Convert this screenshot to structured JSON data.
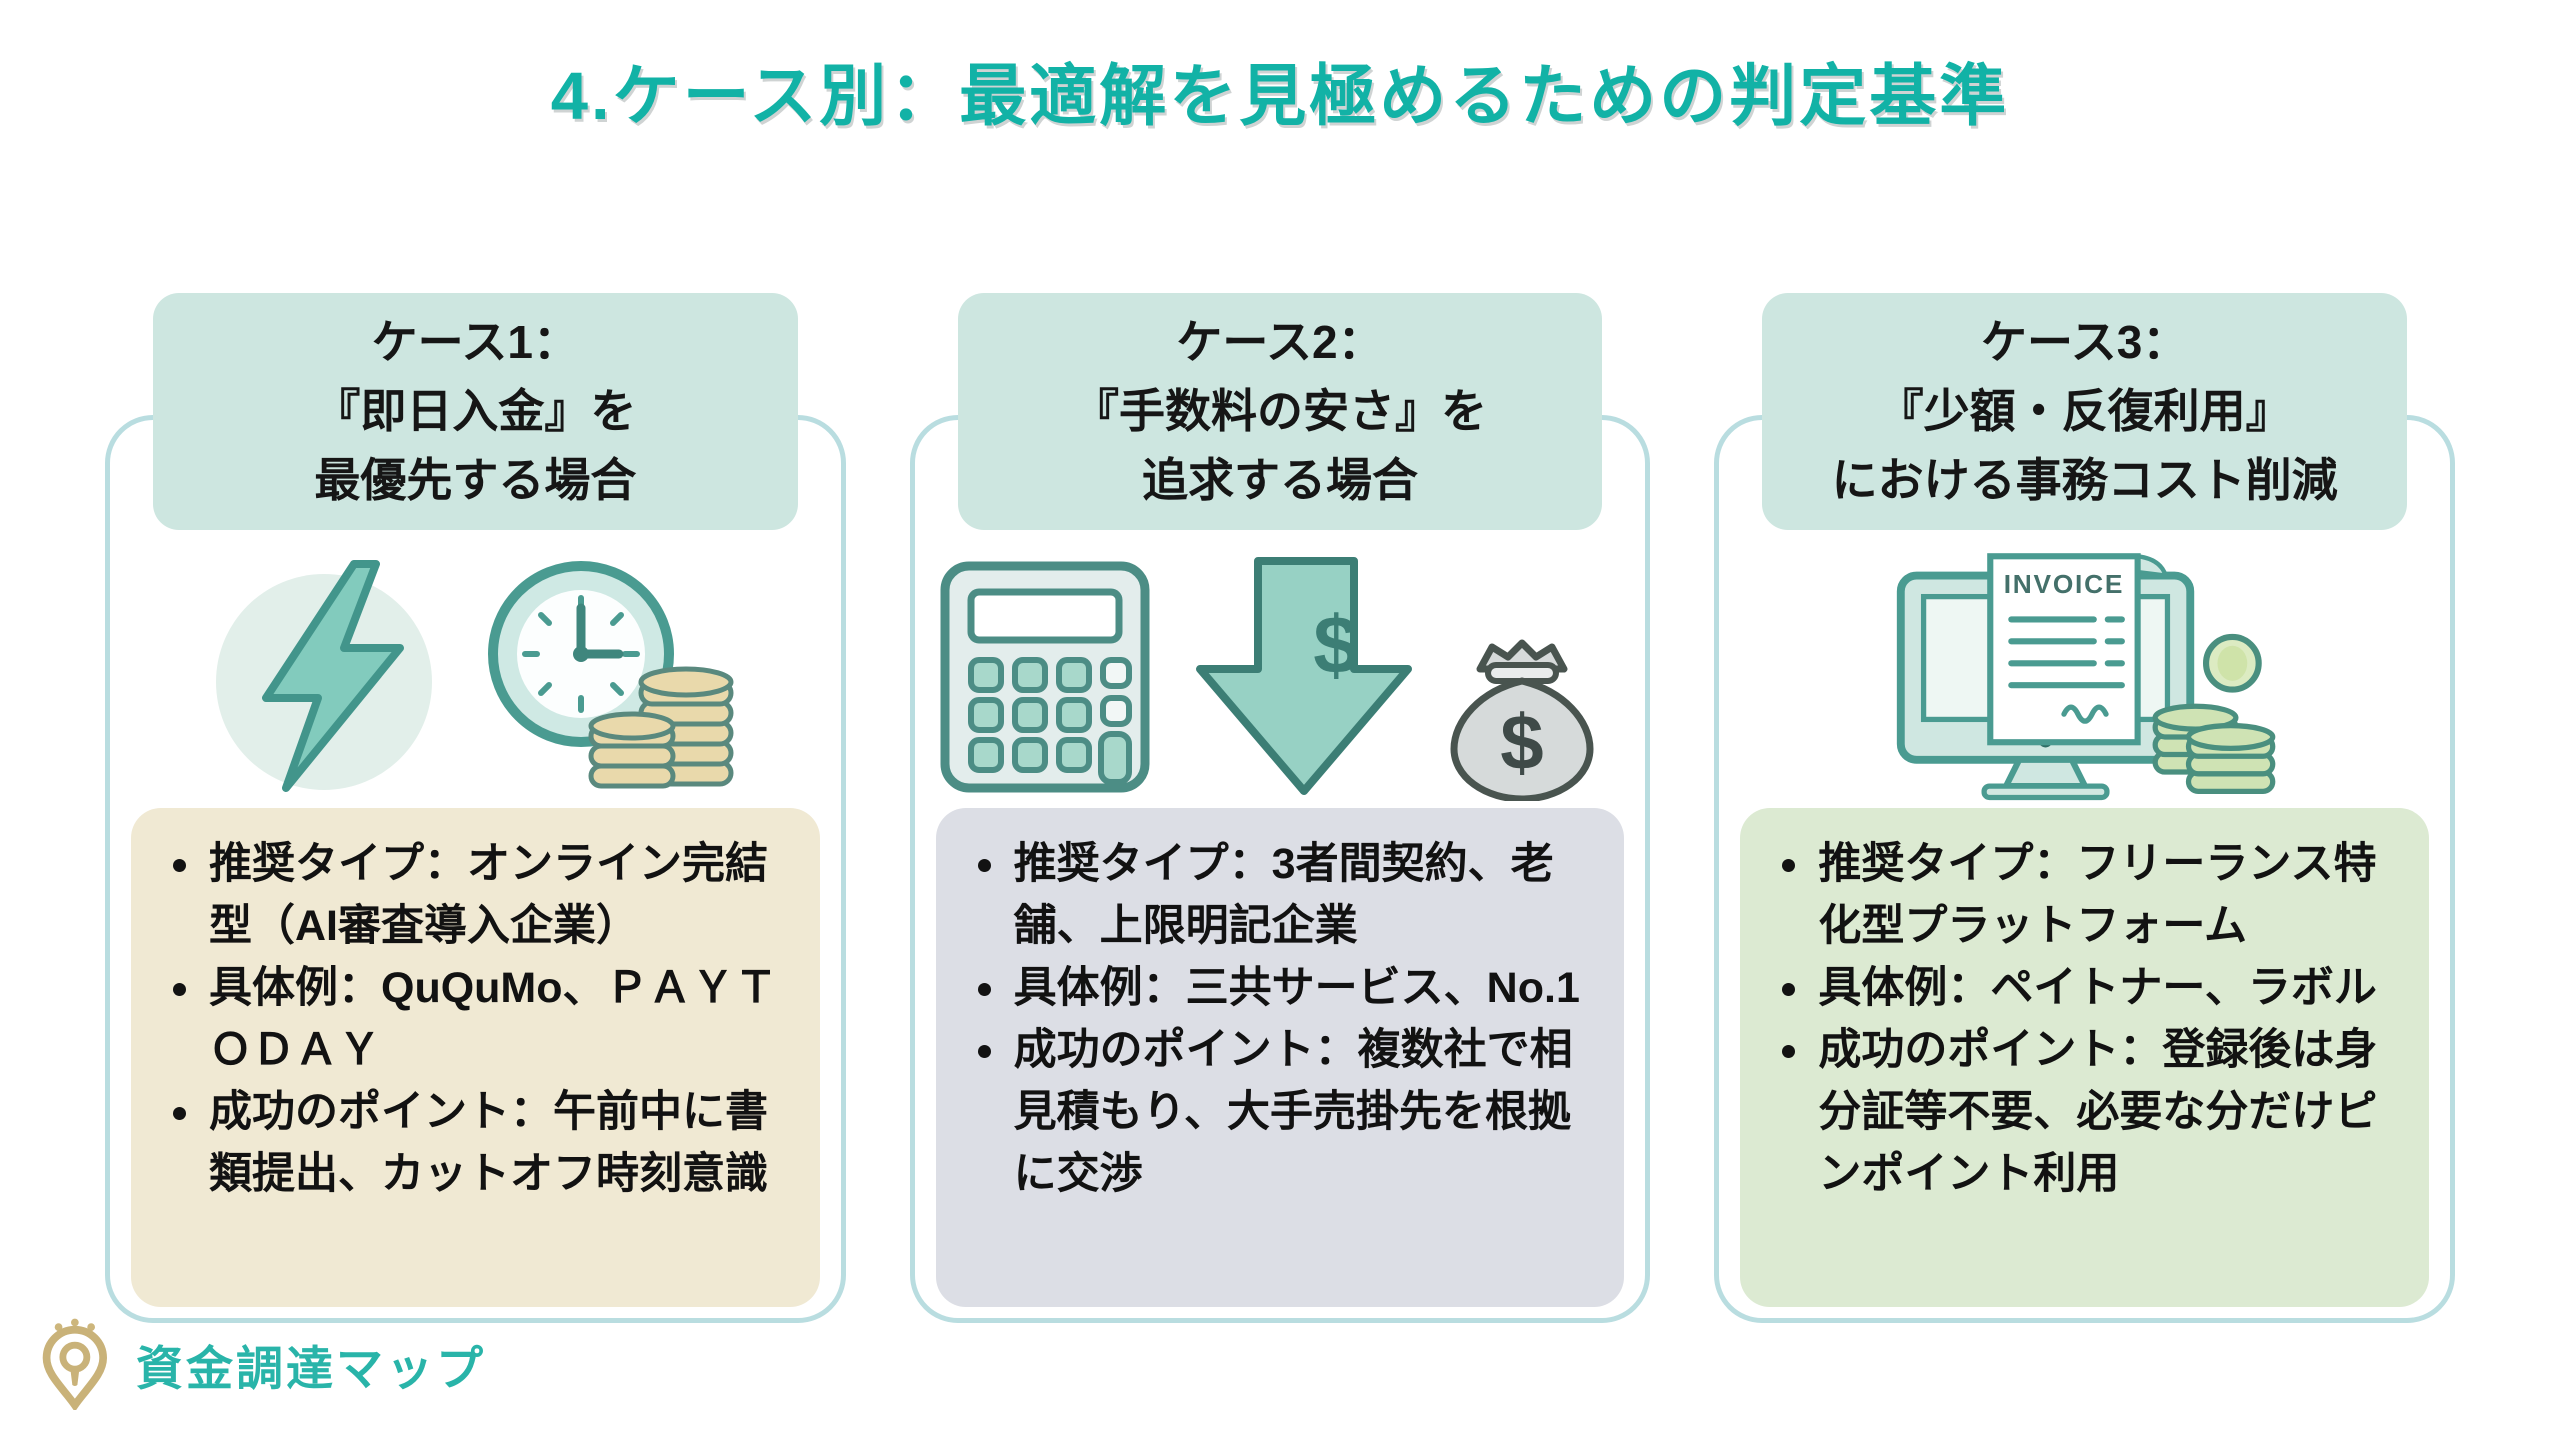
{
  "title": "4.ケース別：最適解を見極めるための判定基準",
  "brand": {
    "name": "資金調達マップ"
  },
  "colors": {
    "title_teal": "#12b2a6",
    "card_border": "#b9dde0",
    "header_bg": "#cde6e0",
    "card1_content_bg": "#f0e9d3",
    "card2_content_bg": "#dcdee5",
    "card3_content_bg": "#dcead2",
    "icon_teal_fill": "#8fd0c3",
    "icon_teal_stroke": "#42958b",
    "coin_gold": "#e9d9ab",
    "coin_green": "#cfe3b4",
    "bag_gray": "#d6dada",
    "logo_gold": "#c9b279",
    "logo_text_teal": "#29b4a9"
  },
  "cards": [
    {
      "header": {
        "line1": "ケース1：",
        "line2": "『即日入金』を",
        "line3": "最優先する場合"
      },
      "icons": [
        "lightning-bolt",
        "clock",
        "coin-stacks"
      ],
      "bullets": [
        "推奨タイプ：オンライン完結型（AI審査導入企業）",
        "具体例：QuQuMo、ＰＡＹＴＯＤＡＹ",
        "成功のポイント：午前中に書類提出、カットオフ時刻意識"
      ]
    },
    {
      "header": {
        "line1": "ケース2：",
        "line2": "『手数料の安さ』を",
        "line3": "追求する場合"
      },
      "icons": [
        "calculator",
        "dollar-down-arrow",
        "money-bag"
      ],
      "bullets": [
        "推奨タイプ：3者間契約、老舗、上限明記企業",
        "具体例：三共サービス、No.1",
        "成功のポイント：複数社で相見積もり、大手売掛先を根拠に交渉"
      ]
    },
    {
      "header": {
        "line1": "ケース3：",
        "line2": "『少額・反復利用』",
        "line3": "における事務コスト削減"
      },
      "icons": [
        "invoice-monitor",
        "coins"
      ],
      "invoice_label": "INVOICE",
      "bullets": [
        "推奨タイプ：フリーランス特化型プラットフォーム",
        "具体例：ペイトナー、ラボル",
        "成功のポイント：登録後は身分証等不要、必要な分だけピンポイント利用"
      ]
    }
  ]
}
